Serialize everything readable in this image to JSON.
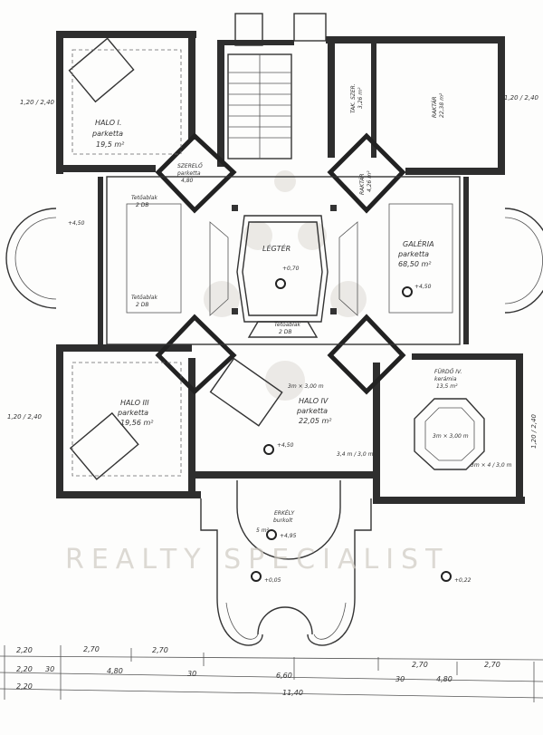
{
  "rooms": {
    "halo1": {
      "name": "HALO I.",
      "floor": "parketta",
      "area": "19,5 m²"
    },
    "szerelo": {
      "name": "SZERELŐ",
      "floor": "parketta",
      "area": "4,80"
    },
    "tak_szer": {
      "name": "TAK. SZER.",
      "area": "3,26 m²"
    },
    "raktar_big": {
      "name": "RAKTÁR",
      "area": "22,38 m²"
    },
    "raktar_small": {
      "name": "RAKTÁR",
      "area": "4,26 m²"
    },
    "legter": {
      "name": "LÉGTÉR",
      "level": "+0,70"
    },
    "galeria": {
      "name": "GALÉRIA",
      "floor": "parketta",
      "area": "68,50 m²"
    },
    "halo3": {
      "name": "HALO III",
      "floor": "parketta",
      "area": "19,56 m²"
    },
    "halo4": {
      "name": "HALO IV",
      "floor": "parketta",
      "area": "22,05 m²"
    },
    "furdo": {
      "name": "FÜRDŐ IV.",
      "floor": "kerámia",
      "area": "13,5 m²"
    },
    "erkely": {
      "name": "ERKÉLY",
      "floor": "burkolt",
      "area": "5 m²"
    },
    "skylight1": {
      "name": "Tetőablak",
      "note": "2 DB"
    },
    "skylight2": {
      "name": "Tetőablak",
      "note": "2 DB"
    },
    "skylight3": {
      "name": "Tetőablak",
      "note": "2 DB"
    }
  },
  "levels": [
    "+4,50",
    "+4,95",
    "+0,05",
    "+0,22",
    "+4,50",
    "+4,50"
  ],
  "notes": {
    "bed1": "3m × 3,00 m",
    "bed2": "3,4 m / 3,0 m",
    "tub": "3m × 3,00 m",
    "shower": "3m × 4 / 3,0 m"
  },
  "windows": {
    "w_left": "1,20 / 2,40",
    "w_right": "1,20 / 2,40",
    "w_halo3": "1,20 / 2,40",
    "w_bath": "1,20 / 2,40"
  },
  "dimensions": {
    "row1": [
      "2,20",
      "2,70",
      "2,70",
      "2,70",
      "2,70"
    ],
    "row2": [
      "2,20",
      "30",
      "4,80",
      "30",
      "6,60",
      "30",
      "4,80"
    ],
    "row3": [
      "2,20",
      "11,40"
    ]
  },
  "watermark": "REALTY SPECIALIST"
}
